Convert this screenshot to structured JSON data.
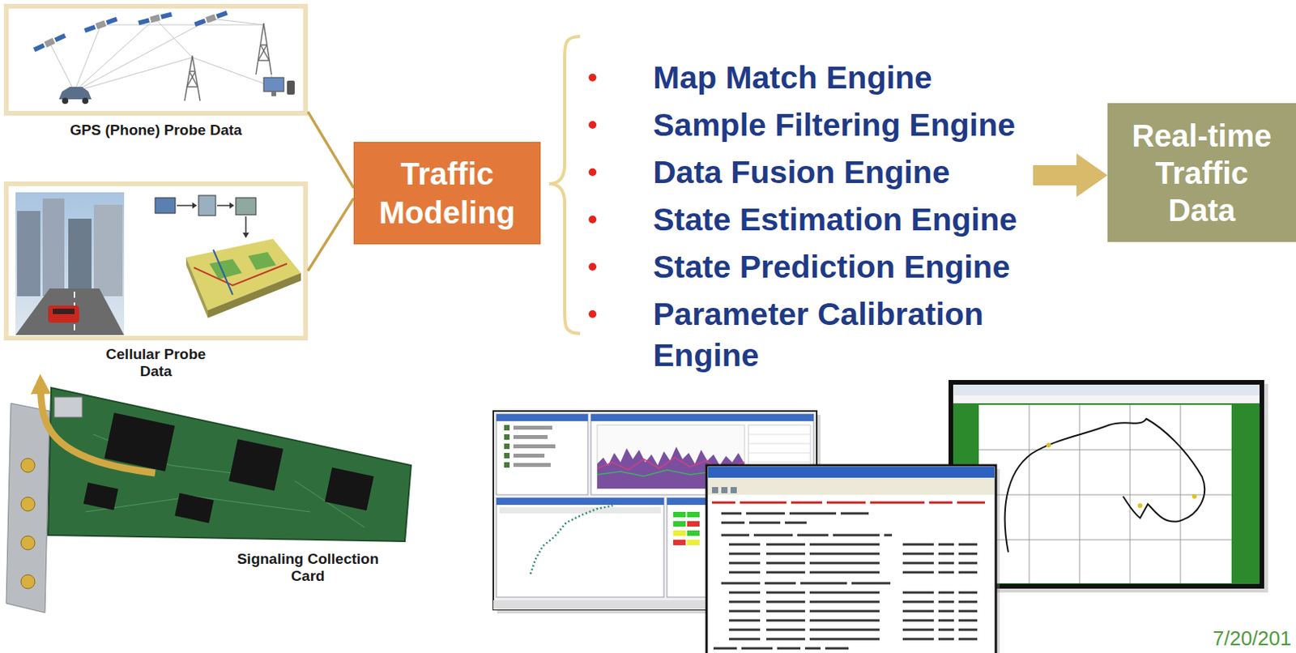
{
  "diagram": {
    "nodes": [
      {
        "text": [
          "GPS (Phone) Probe Data"
        ]
      },
      {
        "text": [
          "Cellular Probe Data"
        ]
      },
      {
        "text": [
          "Signaling Collection Card"
        ]
      },
      {
        "text": [
          "Traffic Modeling"
        ]
      },
      {
        "text": [
          "Map Match Engine",
          "Sample Filtering Engine",
          "Data Fusion Engine",
          "State Estimation Engine",
          "State Prediction Engine",
          "Parameter Calibration Engine"
        ]
      },
      {
        "text": [
          "Real-time Traffic Data"
        ]
      }
    ],
    "edges": [
      {
        "from": 0,
        "to": 3,
        "arrow": "none"
      },
      {
        "from": 1,
        "to": 3,
        "arrow": "none"
      },
      {
        "from": 2,
        "to": 1,
        "arrow": "to"
      },
      {
        "from": 4,
        "to": 5,
        "arrow": "to"
      }
    ],
    "labels": [
      "7/20/201"
    ]
  }
}
